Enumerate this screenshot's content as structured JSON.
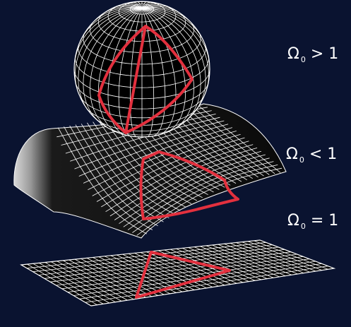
{
  "labels": {
    "closed": {
      "symbol": "Ω",
      "subscript": "0",
      "relation": ">",
      "value": "1"
    },
    "open": {
      "symbol": "Ω",
      "subscript": "0",
      "relation": "<",
      "value": "1"
    },
    "flat": {
      "symbol": "Ω",
      "subscript": "0",
      "relation": "=",
      "value": "1"
    }
  },
  "colors": {
    "background": "#0a1330",
    "grid": "#ffffff",
    "surface": "#000000",
    "triangle": "#e3303e"
  },
  "shapes": [
    "sphere",
    "saddle",
    "plane"
  ]
}
